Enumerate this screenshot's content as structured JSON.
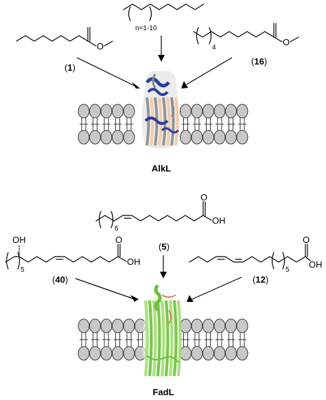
{
  "panel_top": {
    "title": "AlkL",
    "top_substrate_subscript": "n=1-10",
    "left_compound": {
      "open": "(",
      "number": "1",
      "close": ")",
      "atom_O": "O"
    },
    "right_compound": {
      "open": "(",
      "number": "16",
      "close": ")",
      "atom_O": "O",
      "subscript": "4"
    },
    "protein_colors": [
      "#f2c9a6",
      "#2a3f9e",
      "#8a8a8a"
    ]
  },
  "panel_bottom": {
    "title": "FadL",
    "center_compound": {
      "open": "(",
      "number": "5",
      "close": ")",
      "atom_OH": "OH",
      "atom_O": "O",
      "subscript": "6"
    },
    "left_compound": {
      "open": "(",
      "number": "40",
      "close": ")",
      "atom_OH": "OH",
      "atom_O": "O",
      "subscript": "5",
      "top_OH": "OH"
    },
    "right_compound": {
      "open": "(",
      "number": "12",
      "close": ")",
      "atom_OH": "OH",
      "atom_O": "O",
      "subscript": "5"
    },
    "protein_colors": [
      "#6cbf3f",
      "#a3dd6f",
      "#d9534f"
    ]
  },
  "membrane_colors": {
    "head_fill": "#c8c8c8",
    "outline": "#333333"
  }
}
